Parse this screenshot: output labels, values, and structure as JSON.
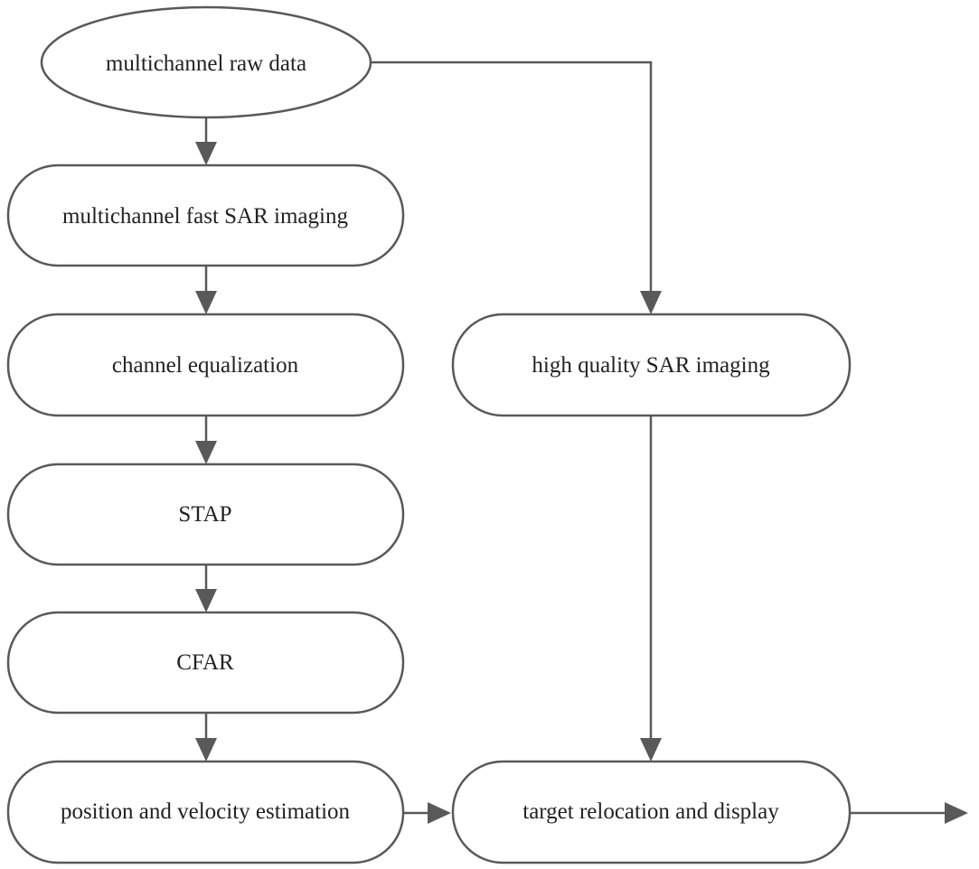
{
  "diagram": {
    "nodes": {
      "raw_data": "multichannel raw data",
      "fast_imaging": "multichannel fast SAR imaging",
      "channel_eq": "channel equalization",
      "stap": "STAP",
      "cfar": "CFAR",
      "pos_vel": "position and velocity estimation",
      "hq_imaging": "high quality SAR imaging",
      "relocation": "target relocation and display"
    },
    "colors": {
      "stroke": "#595959",
      "text": "#222222",
      "background": "#ffffff"
    }
  }
}
